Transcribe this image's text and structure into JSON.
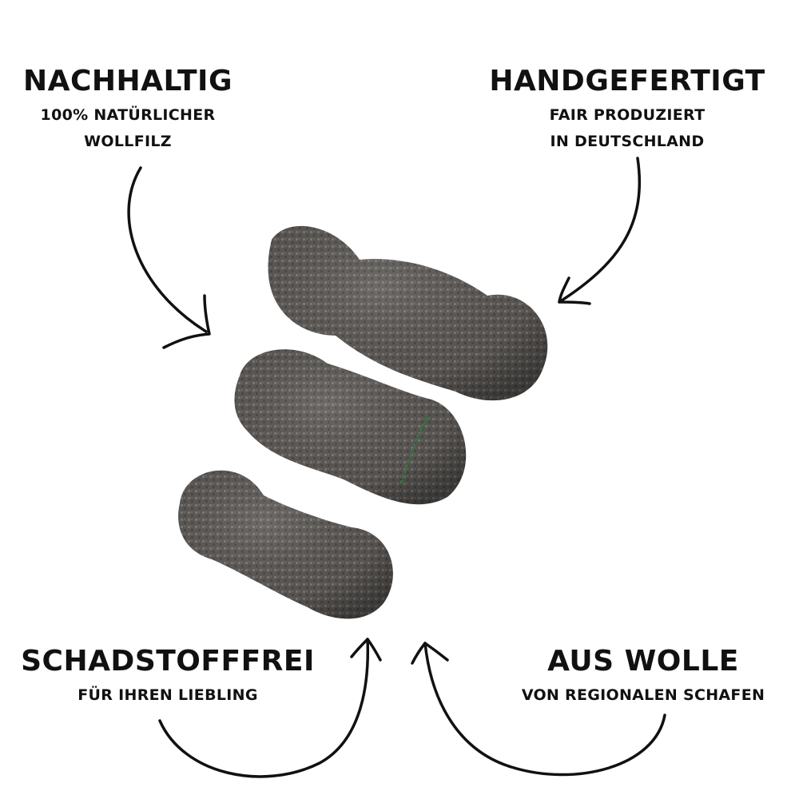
{
  "features": {
    "top_left": {
      "title": "NACHHALTIG",
      "line1": "100% NATÜRLICHER",
      "line2": "WOLLFILZ"
    },
    "top_right": {
      "title": "HANDGEFERTIGT",
      "line1": "FAIR PRODUZIERT",
      "line2": "IN DEUTSCHLAND"
    },
    "bottom_left": {
      "title": "SCHADSTOFFFREI",
      "line1": "FÜR IHREN LIEBLING"
    },
    "bottom_right": {
      "title": "AUS WOLLE",
      "line1": "VON REGIONALEN SCHAFEN"
    }
  },
  "colors": {
    "felt_dark": "#4a4744",
    "felt_mid": "#6b6865",
    "felt_light": "#8a8681",
    "brand_stitch": "#2f7a3e",
    "ink": "#111111"
  },
  "icons": [
    "curved-arrow-icon"
  ]
}
